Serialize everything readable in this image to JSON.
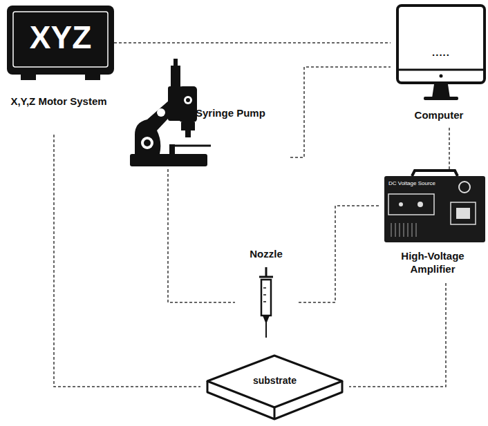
{
  "diagram": {
    "nodes": [
      {
        "text": [
          "XYZ",
          "X,Y,Z Motor System"
        ]
      },
      {
        "text": [
          "Syringe Pump"
        ]
      },
      {
        "text": [
          ".....",
          "Computer"
        ]
      },
      {
        "text": [
          "DC Voltage Source",
          "High-Voltage Amplifier"
        ]
      },
      {
        "text": [
          "Nozzle"
        ]
      },
      {
        "text": [
          "substrate"
        ]
      }
    ],
    "edges": [
      {
        "from": 0,
        "to": 2,
        "arrow": "none"
      },
      {
        "from": 1,
        "to": 2,
        "arrow": "none"
      },
      {
        "from": 2,
        "to": 3,
        "arrow": "none"
      },
      {
        "from": 1,
        "to": 4,
        "arrow": "none"
      },
      {
        "from": 3,
        "to": 4,
        "arrow": "none"
      },
      {
        "from": 0,
        "to": 5,
        "arrow": "none"
      },
      {
        "from": 3,
        "to": 5,
        "arrow": "none"
      }
    ]
  }
}
